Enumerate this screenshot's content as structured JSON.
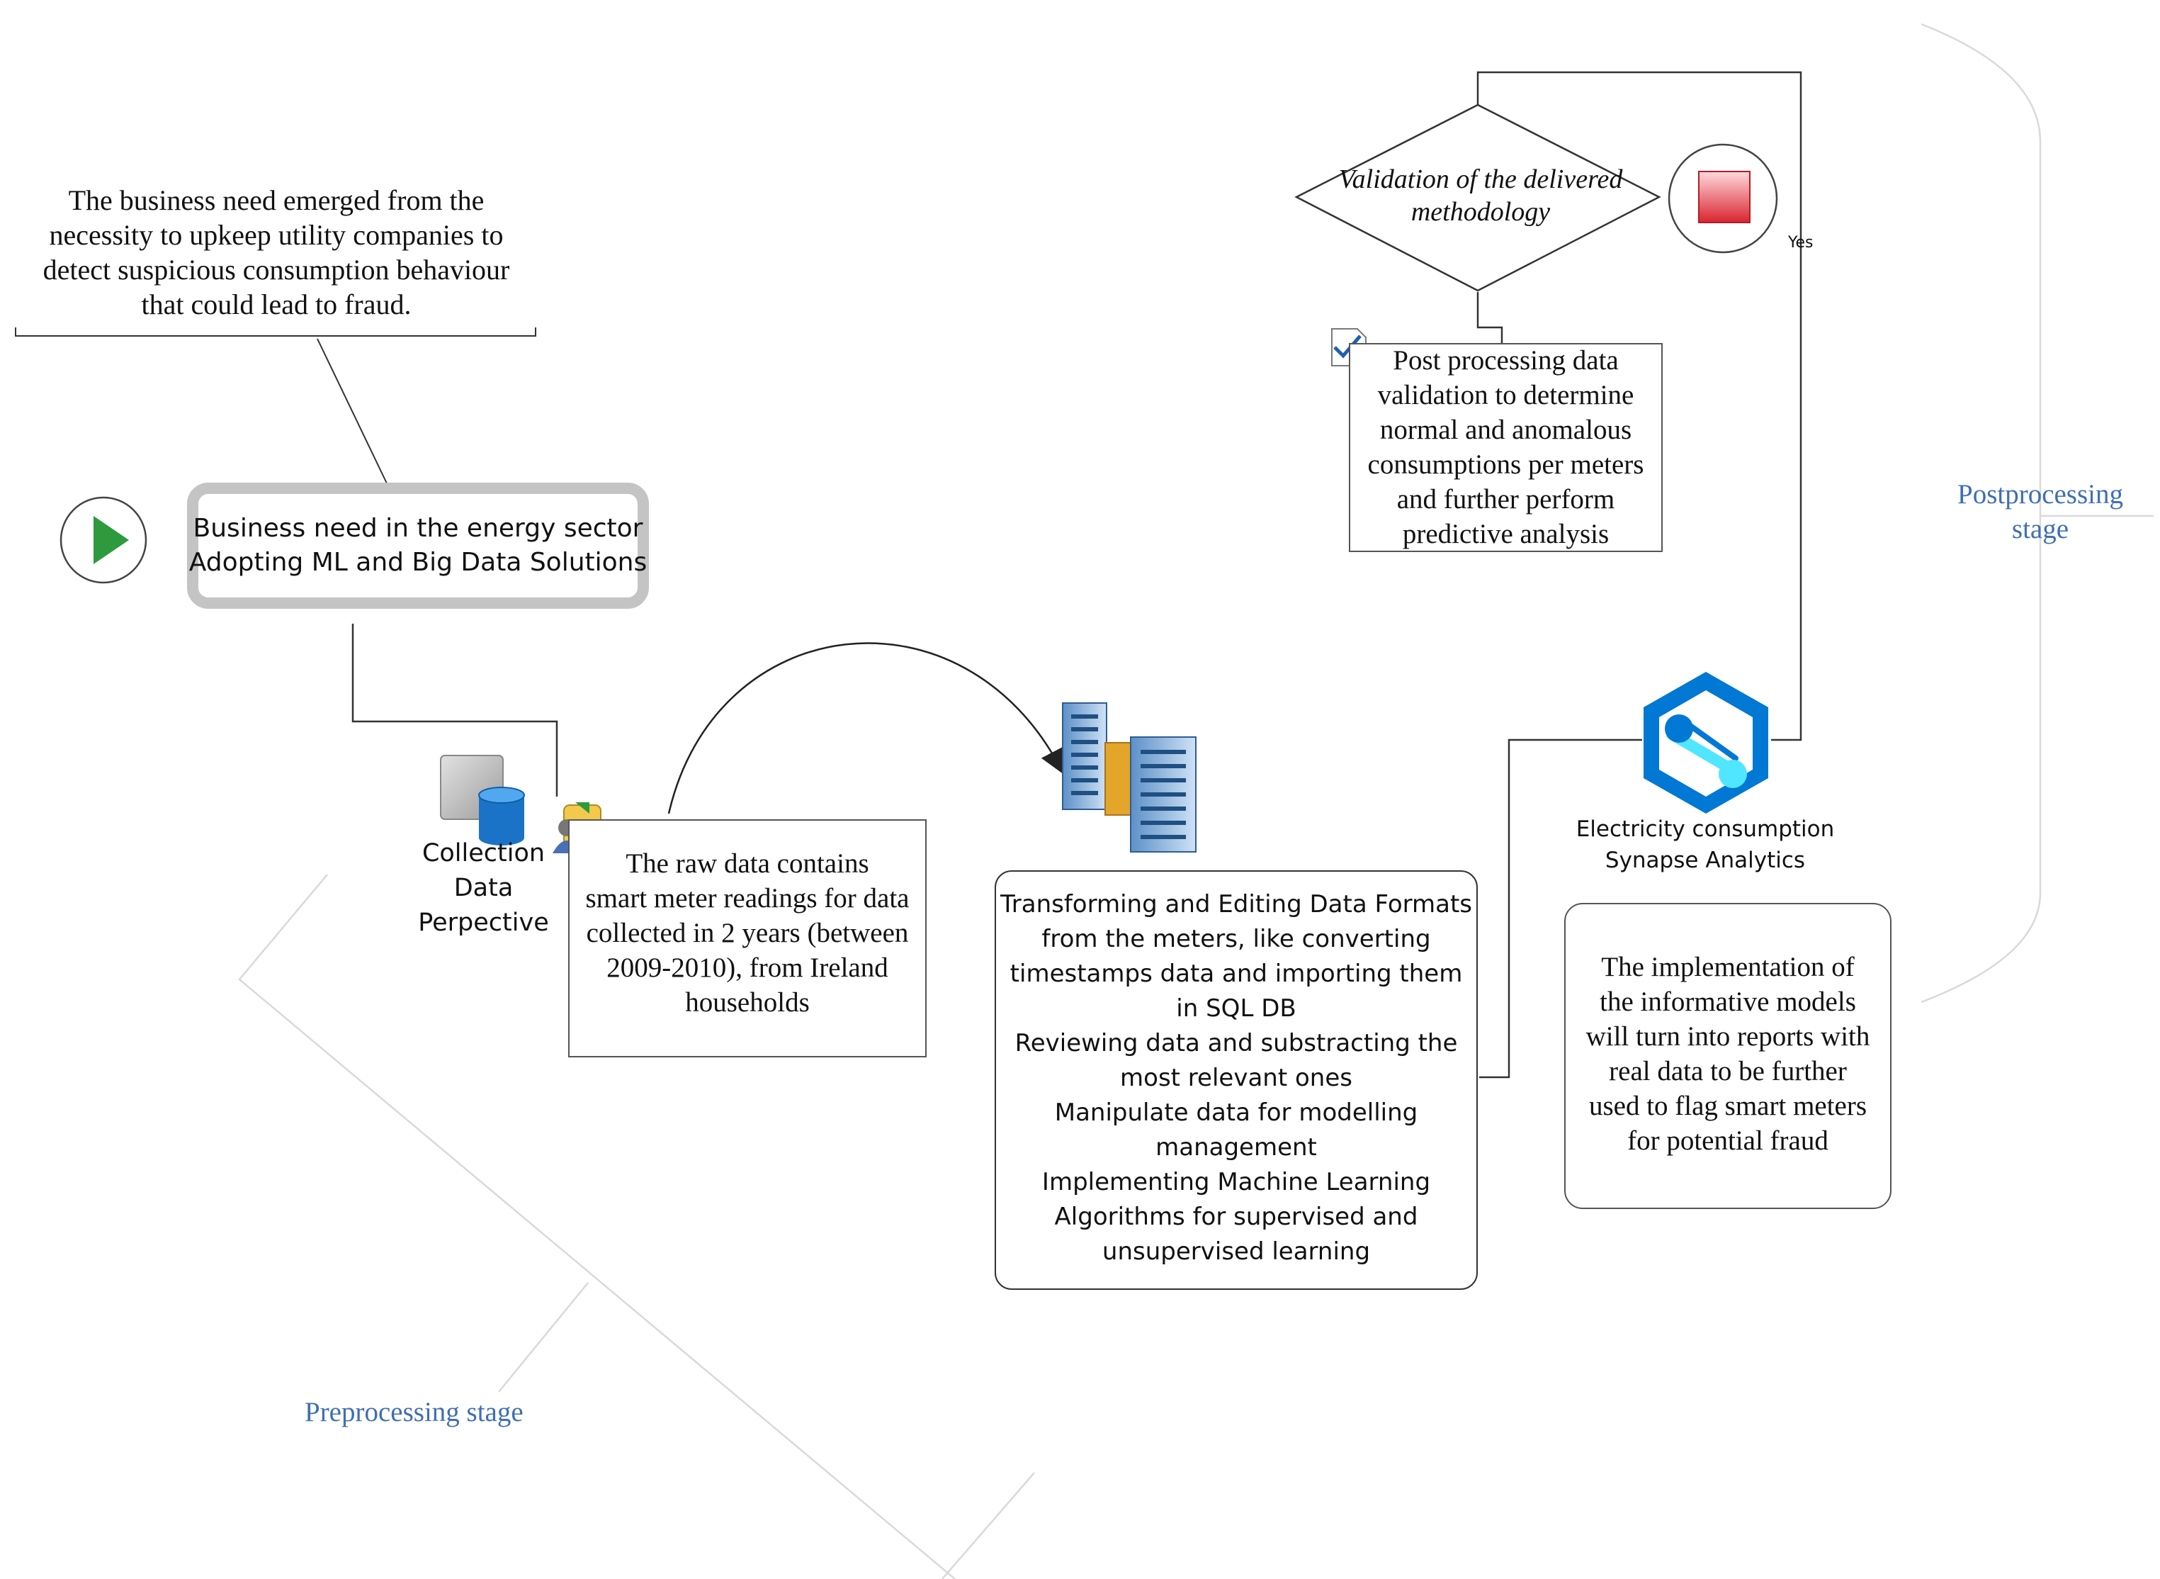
{
  "notes": {
    "business_need": [
      "The business need emerged from the",
      "necessity to upkeep utility companies to",
      "detect suspicious consumption behaviour",
      "that could lead to fraud."
    ]
  },
  "start_event": {
    "icon": "play-icon",
    "color": "#2e9a3e"
  },
  "business_task": [
    "Business need in the energy sector",
    "Adopting ML and Big Data Solutions"
  ],
  "collection_label": [
    "Collection",
    "Data",
    "Perpective"
  ],
  "raw_data_note": [
    "The raw data contains",
    "smart meter readings for data",
    "collected in 2 years (between",
    "2009-2010), from Ireland",
    "households"
  ],
  "transform_task": [
    "Transforming and Editing Data Formats",
    "from the meters, like converting",
    "timestamps data and importing them",
    "in SQL DB",
    "Reviewing data and substracting the",
    "most relevant ones",
    "Manipulate data for modelling",
    "management",
    "Implementing Machine Learning",
    "Algorithms for supervised and",
    "unsupervised learning"
  ],
  "synapse_label": [
    "Electricity consumption",
    "Synapse Analytics"
  ],
  "implementation_note": [
    "The implementation of",
    "the informative models",
    "will turn into reports with",
    "real data to be further",
    "used to flag smart meters",
    "for potential fraud"
  ],
  "post_processing_task": [
    "Post processing data",
    "validation to determine",
    "normal and anomalous",
    "consumptions per meters",
    "and further perform",
    "predictive analysis"
  ],
  "decision": [
    "Validation of the delivered",
    "methodology"
  ],
  "yes_label": "Yes",
  "end_event": {
    "icon": "stop-square-icon",
    "color": "#d9242f"
  },
  "stage_labels": {
    "preprocessing": "Preprocessing stage",
    "postprocessing": [
      "Postprocessing",
      "stage"
    ]
  },
  "colors": {
    "stage_label": "#3f6fb3",
    "synapse_blue": "#0078d4",
    "synapse_cyan": "#50e6ff"
  }
}
